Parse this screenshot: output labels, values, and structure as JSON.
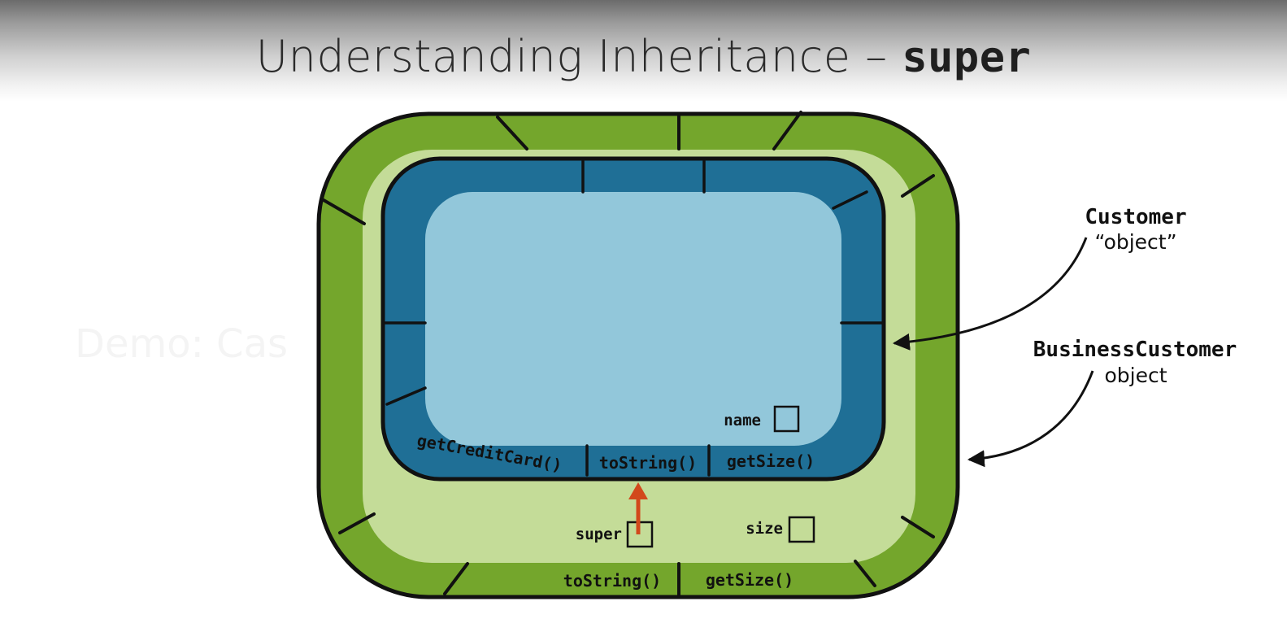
{
  "slide": {
    "title_text": "Understanding Inheritance –",
    "title_code": "super",
    "background_text": "Demo: Cas"
  },
  "inner_object": {
    "field": "name",
    "methods": [
      "getCreditCard()",
      "toString()",
      "getSize()"
    ]
  },
  "outer_object": {
    "fields": [
      "super",
      "size"
    ],
    "methods": [
      "toString()",
      "getSize()"
    ]
  },
  "labels": {
    "customer_name": "Customer",
    "customer_kind": "“object”",
    "business_name": "BusinessCustomer",
    "business_kind": "object"
  },
  "colors": {
    "outer_dark_green": "#74a62c",
    "outer_light_green": "#c4dc98",
    "inner_dark_blue": "#1f6f96",
    "inner_light_blue": "#92c7da",
    "super_arrow": "#d2481b",
    "outline": "#111111"
  }
}
